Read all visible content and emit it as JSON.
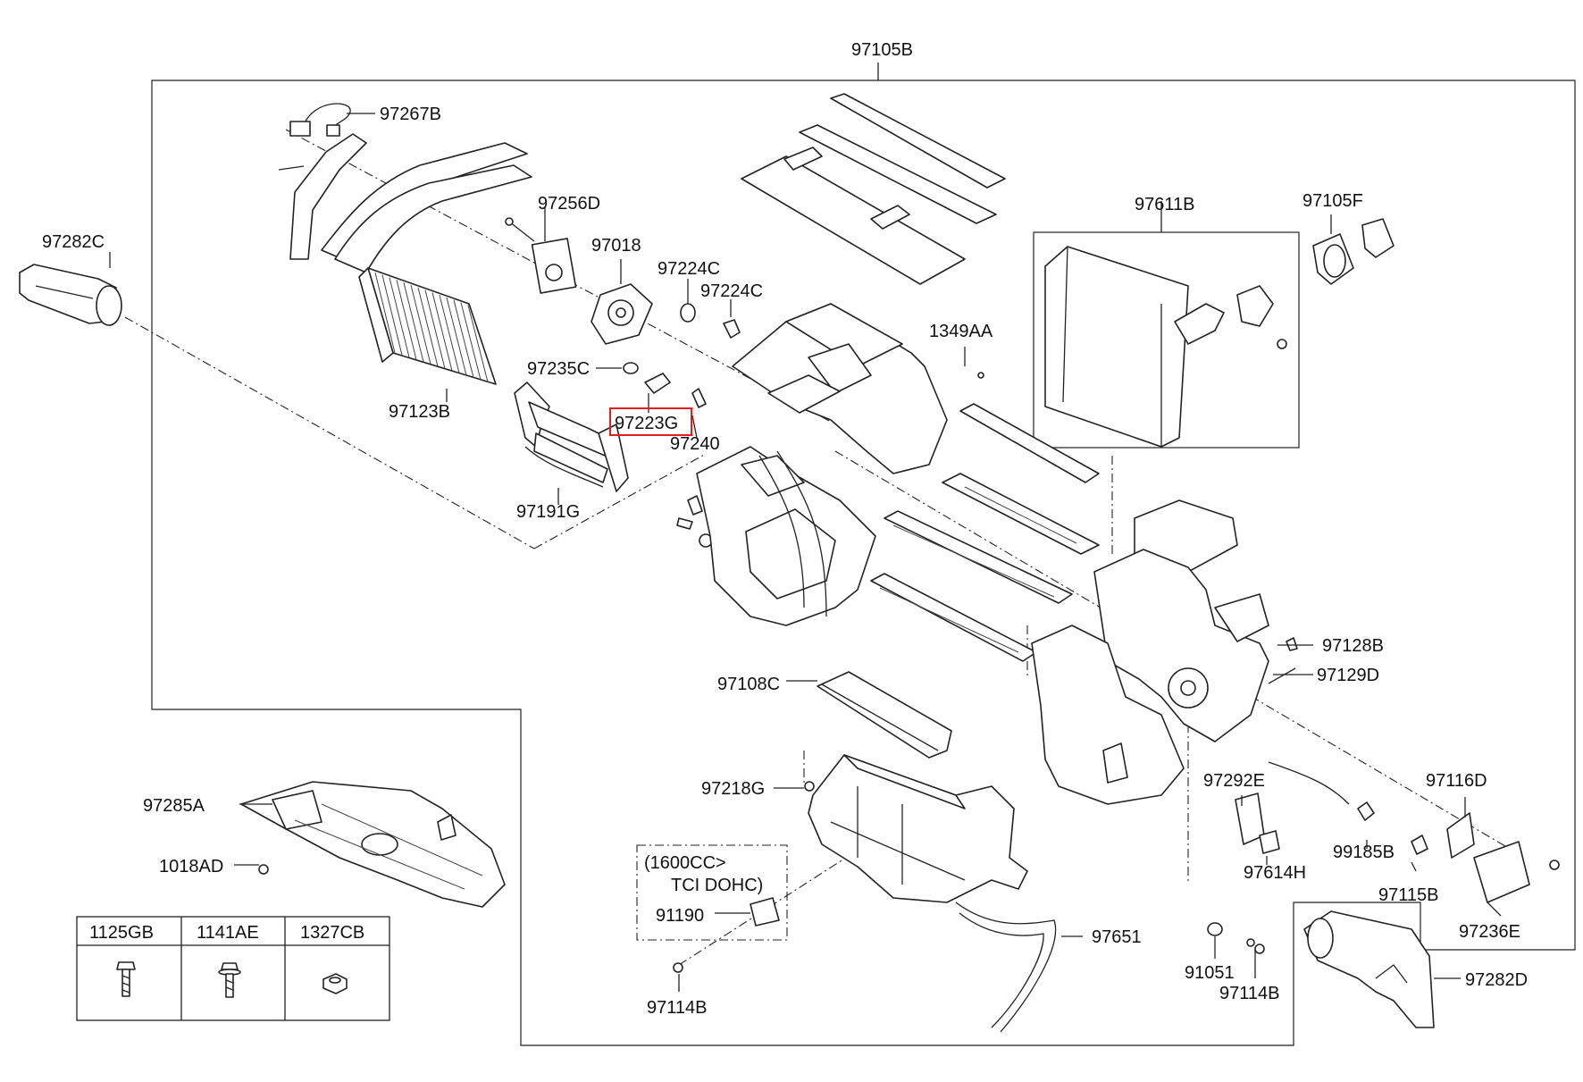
{
  "labels": {
    "p97105B": "97105B",
    "p97267B": "97267B",
    "p97282C": "97282C",
    "p97256D": "97256D",
    "p97018": "97018",
    "p97224C_a": "97224C",
    "p97224C_b": "97224C",
    "p97611B": "97611B",
    "p97105F": "97105F",
    "p1349AA": "1349AA",
    "p97235C": "97235C",
    "p97123B": "97123B",
    "p97223G": "97223G",
    "p97240": "97240",
    "p97191G": "97191G",
    "p97128B": "97128B",
    "p97129D": "97129D",
    "p97108C": "97108C",
    "p97218G": "97218G",
    "p97292E": "97292E",
    "p97116D": "97116D",
    "p97285A": "97285A",
    "p1018AD": "1018AD",
    "p99185B": "99185B",
    "p97614H": "97614H",
    "p97115B": "97115B",
    "p97236E": "97236E",
    "p91190": "91190",
    "p97651": "97651",
    "p91051": "91051",
    "p97114B_a": "97114B",
    "p97114B_b": "97114B",
    "p97282D": "97282D"
  },
  "variant_note": {
    "line1": "(1600CC>",
    "line2": "TCI DOHC)"
  },
  "fastener_table": {
    "headers": [
      "1125GB",
      "1141AE",
      "1327CB"
    ],
    "icons": [
      "bolt-icon",
      "flange-bolt-icon",
      "nut-icon"
    ]
  },
  "highlight": {
    "part": "97223G",
    "color": "#e02020"
  }
}
